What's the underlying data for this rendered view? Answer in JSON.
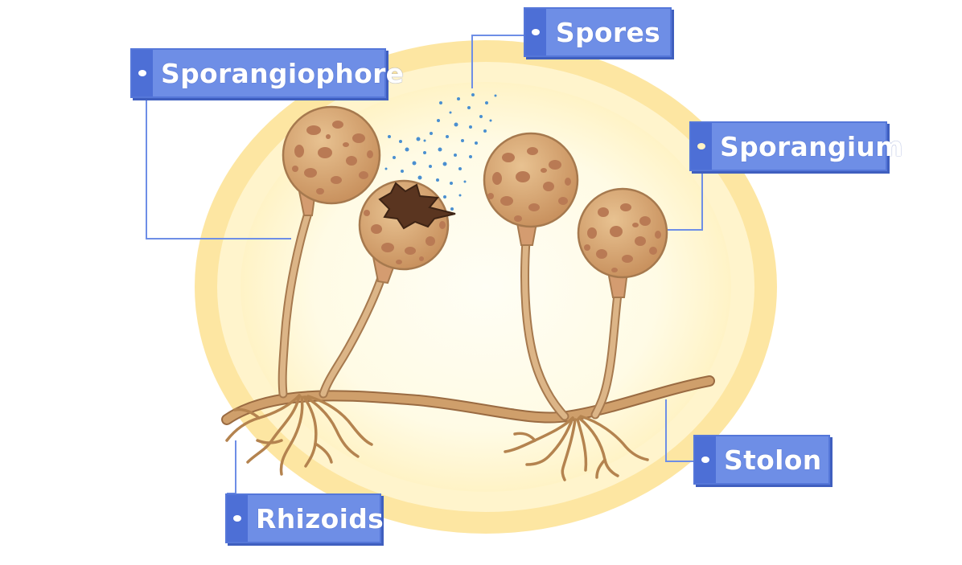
{
  "diagram": {
    "labels": {
      "sporangiophore": "Sporangiophore",
      "spores": "Spores",
      "sporangium": "Sporangium",
      "stolon": "Stolon",
      "rhizoids": "Rhizoids"
    }
  },
  "colors": {
    "label_fill": "#6e8ee6",
    "label_tab": "#4d6fd6",
    "leader_line": "#6e8ee6",
    "background_outer": "#fde9a8",
    "background_inner": "#fffbe6",
    "sporangium_fill": "#d8a872",
    "sporangium_spots": "#b9805a",
    "stalk": "#d3a677",
    "stolon": "#c99a66",
    "spores": "#4a8fd0"
  },
  "icons": [
    "label-bullet-icon"
  ]
}
